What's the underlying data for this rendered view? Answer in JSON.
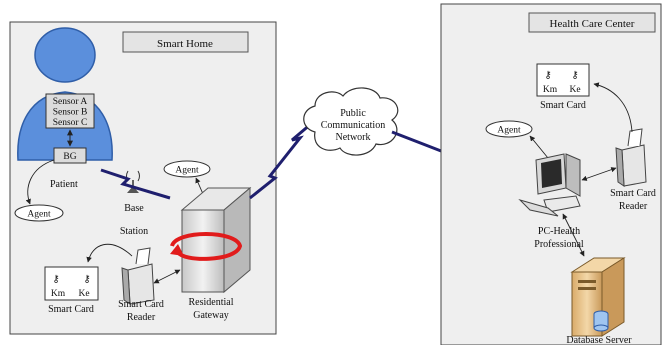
{
  "smart_home": {
    "title": "Smart Home",
    "sensors": [
      "Sensor A",
      "Sensor B",
      "Sensor C"
    ],
    "bg_label": "BG",
    "patient_label": "Patient",
    "agent_patient": "Agent",
    "agent_gateway": "Agent",
    "base_station": [
      "Base",
      "Station"
    ],
    "smart_card": {
      "k1": "Km",
      "k2": "Ke",
      "label": "Smart Card"
    },
    "card_reader": [
      "Smart Card",
      "Reader"
    ],
    "gateway": [
      "Residential",
      "Gateway"
    ]
  },
  "network": {
    "label": [
      "Public",
      "Communication",
      "Network"
    ]
  },
  "health_center": {
    "title": "Health Care Center",
    "smart_card": {
      "k1": "Km",
      "k2": "Ke",
      "label": "Smart Card"
    },
    "agent": "Agent",
    "card_reader": [
      "Smart Card",
      "Reader"
    ],
    "pc": [
      "PC-Health",
      "Professional"
    ],
    "database": "Database Server"
  },
  "colors": {
    "patient_body": "#5b8fdc",
    "patient_outline": "#2f5ea8",
    "panel_fill": "#efefef",
    "lightning": "#1f1f6e",
    "gateway_arrow": "#e11b1b",
    "server_tan": "#e6c08a"
  }
}
